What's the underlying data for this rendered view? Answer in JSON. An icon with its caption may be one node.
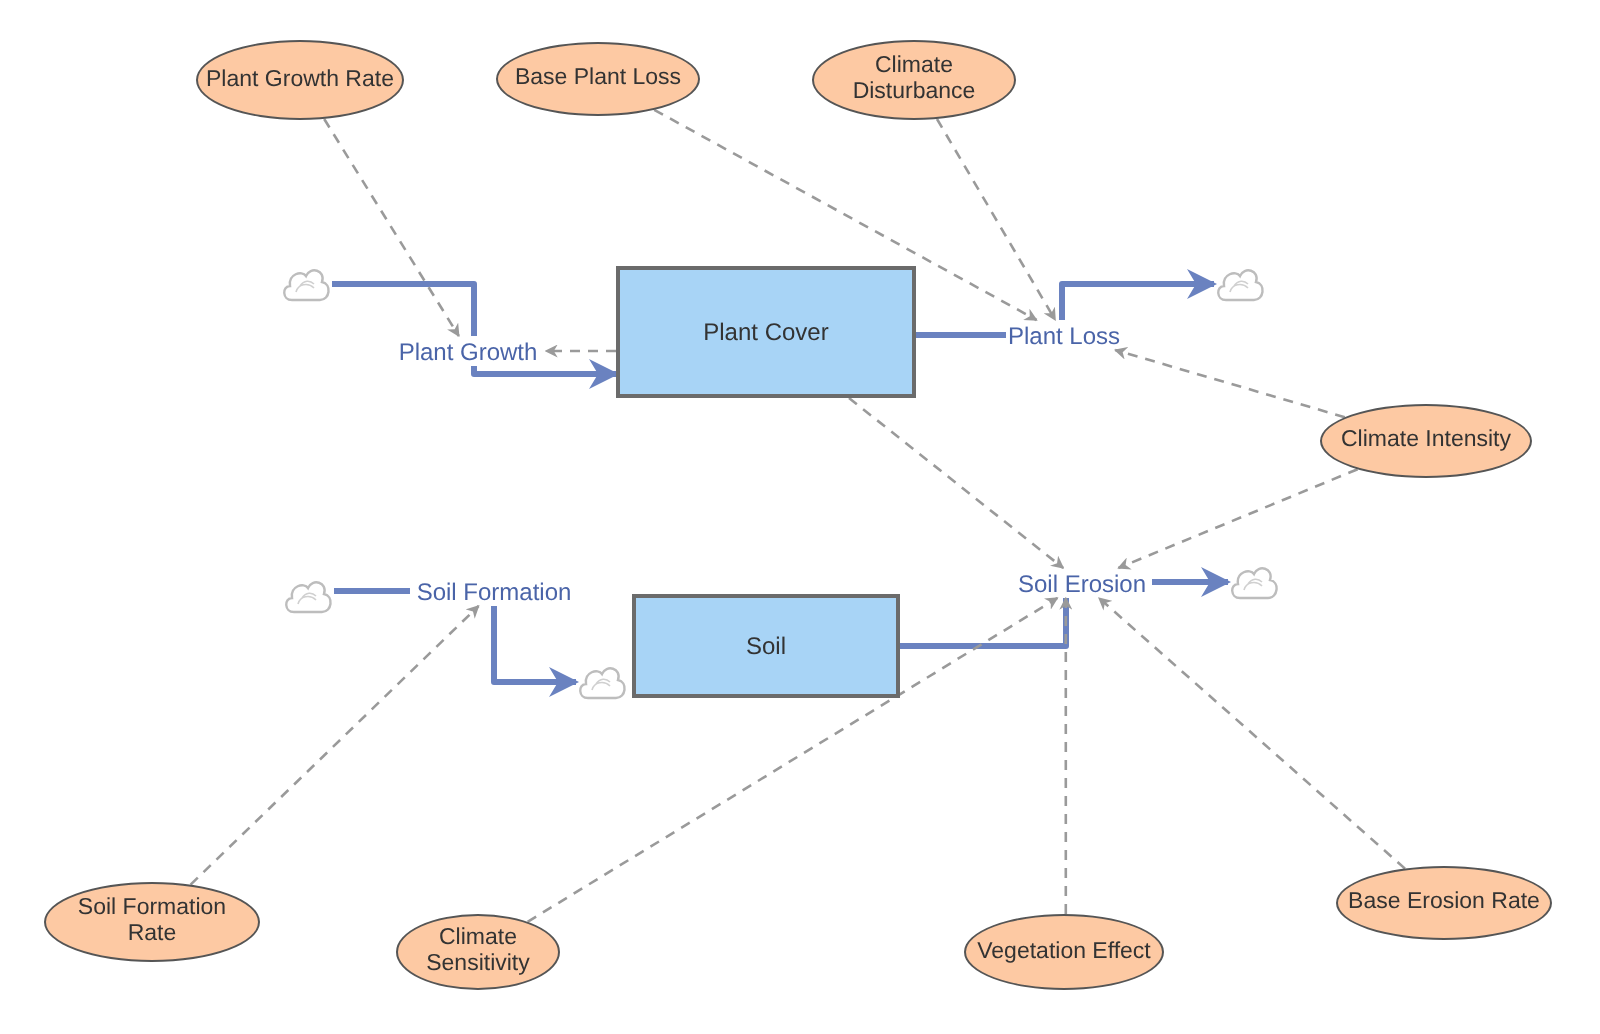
{
  "diagram": {
    "nodes": [
      {
        "text": [
          "Plant Growth Rate"
        ]
      },
      {
        "text": [
          "Base Plant Loss"
        ]
      },
      {
        "text": [
          "Climate Disturbance"
        ]
      },
      {
        "text": [],
        "shape": "cloud"
      },
      {
        "text": [
          "Plant Growth"
        ]
      },
      {
        "text": [
          "Plant Cover"
        ]
      },
      {
        "text": [
          "Plant Loss"
        ]
      },
      {
        "text": [],
        "shape": "cloud"
      },
      {
        "text": [
          "Climate Intensity"
        ]
      },
      {
        "text": [],
        "shape": "cloud"
      },
      {
        "text": [
          "Soil Formation"
        ]
      },
      {
        "text": [
          "Soil"
        ]
      },
      {
        "text": [],
        "shape": "cloud"
      },
      {
        "text": [
          "Soil Erosion"
        ]
      },
      {
        "text": [],
        "shape": "cloud"
      },
      {
        "text": [
          "Soil Formation Rate"
        ]
      },
      {
        "text": [
          "Climate Sensitivity"
        ]
      },
      {
        "text": [
          "Vegetation Effect"
        ]
      },
      {
        "text": [
          "Base Erosion Rate"
        ]
      }
    ],
    "edges": [
      {
        "from": 3,
        "to": 4,
        "arrow": "none",
        "style": "thick",
        "color": "#6a82c0"
      },
      {
        "from": 4,
        "to": 5,
        "arrow": "to",
        "style": "thick",
        "color": "#6a82c0"
      },
      {
        "from": 0,
        "to": 4,
        "arrow": "to",
        "style": "dashed"
      },
      {
        "from": 5,
        "to": 4,
        "arrow": "to",
        "style": "dashed"
      },
      {
        "from": 5,
        "to": 6,
        "arrow": "none",
        "style": "thick",
        "color": "#6a82c0"
      },
      {
        "from": 6,
        "to": 7,
        "arrow": "to",
        "style": "thick",
        "color": "#6a82c0"
      },
      {
        "from": 1,
        "to": 6,
        "arrow": "to",
        "style": "dashed"
      },
      {
        "from": 2,
        "to": 6,
        "arrow": "to",
        "style": "dashed"
      },
      {
        "from": 8,
        "to": 6,
        "arrow": "to",
        "style": "dashed"
      },
      {
        "from": 9,
        "to": 10,
        "arrow": "none",
        "style": "thick",
        "color": "#6a82c0"
      },
      {
        "from": 10,
        "to": 12,
        "arrow": "to",
        "style": "thick",
        "color": "#6a82c0"
      },
      {
        "from": 15,
        "to": 10,
        "arrow": "to",
        "style": "dashed"
      },
      {
        "from": 11,
        "to": 13,
        "arrow": "none",
        "style": "thick",
        "color": "#6a82c0"
      },
      {
        "from": 13,
        "to": 14,
        "arrow": "to",
        "style": "thick",
        "color": "#6a82c0"
      },
      {
        "from": 5,
        "to": 13,
        "arrow": "to",
        "style": "dashed"
      },
      {
        "from": 8,
        "to": 13,
        "arrow": "to",
        "style": "dashed"
      },
      {
        "from": 16,
        "to": 13,
        "arrow": "to",
        "style": "dashed"
      },
      {
        "from": 17,
        "to": 13,
        "arrow": "to",
        "style": "dashed"
      },
      {
        "from": 18,
        "to": 13,
        "arrow": "to",
        "style": "dashed"
      }
    ]
  }
}
